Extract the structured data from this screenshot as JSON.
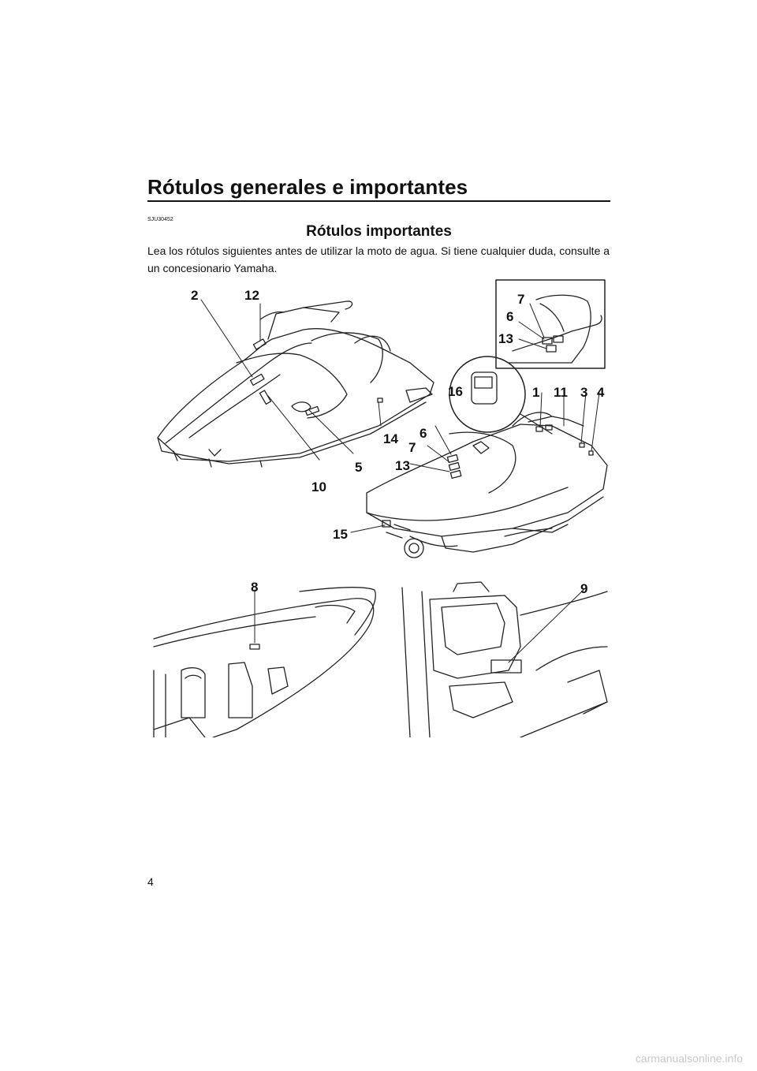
{
  "header": {
    "title": "Rótulos generales e importantes"
  },
  "section": {
    "code": "SJU30452",
    "heading": "Rótulos importantes",
    "intro": "Lea los rótulos siguientes antes de utilizar la moto de agua. Si tiene cualquier duda, consulte a un concesionario Yamaha."
  },
  "figure": {
    "labels": {
      "l1": "1",
      "l2": "2",
      "l3": "3",
      "l4": "4",
      "l5": "5",
      "l6a": "6",
      "l6b": "6",
      "l7a": "7",
      "l7b": "7",
      "l8": "8",
      "l9": "9",
      "l10": "10",
      "l11": "11",
      "l12": "12",
      "l13a": "13",
      "l13b": "13",
      "l14": "14",
      "l15": "15",
      "l16": "16"
    }
  },
  "footer": {
    "page_number": "4",
    "watermark": "carmanualsonline.info"
  }
}
